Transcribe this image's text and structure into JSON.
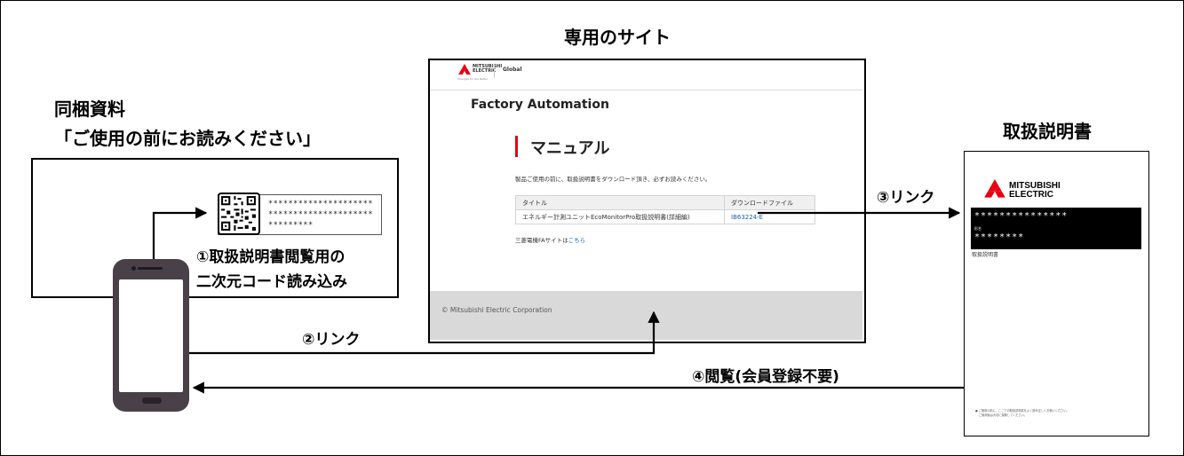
{
  "title_site": "専用のサイト",
  "title_enclosed": {
    "line1": "同梱資料",
    "line2": "「ご使用の前にお読みください」"
  },
  "title_manual": "取扱説明書",
  "steps": {
    "step1_line1": "①取扱説明書閲覧用の",
    "step1_line2": "二次元コード読み込み",
    "step2": "②リンク",
    "step3": "③リンク",
    "step4": "④閲覧(会員登録不要)"
  },
  "label_sheet": {
    "line1": "*********************",
    "line2": "*********************",
    "line3": "*********"
  },
  "website": {
    "brand_line1": "MITSUBISHI",
    "brand_line2": "ELECTRIC",
    "brand_tagline": "Changes for the Better",
    "region": "Global",
    "section": "Factory Automation",
    "page_heading": "マニュアル",
    "intro": "製品ご使用の前に、取扱説明書をダウンロード頂き、必ずお読みください。",
    "table_headers": [
      "タイトル",
      "ダウンロードファイル"
    ],
    "table_rows": [
      {
        "title": "エネルギー計測ユニットEcoMonitorPro取扱説明書(詳細編)",
        "file": "IB63224-E"
      }
    ],
    "fa_link_prefix": "三菱電機FAサイトは",
    "fa_link": "こちら",
    "footer": "© Mitsubishi Electric Corporation"
  },
  "manual": {
    "brand_line1": "MITSUBISHI",
    "brand_line2": "ELECTRIC",
    "band_line1": "***************",
    "band_small": "形名",
    "band_line2": "********",
    "doc_label": "取扱説明書",
    "footnote_line1": "● ご使用の前に、ここでの取扱説明書をよく読み正しくお使いください。",
    "footnote_line2": "ご使用後は大切に保管してください。"
  },
  "colors": {
    "accent_red": "#e60012",
    "link_blue": "#1a5fb4",
    "phone_body": "#4a4048",
    "footer_gray": "#d9d9d9"
  }
}
